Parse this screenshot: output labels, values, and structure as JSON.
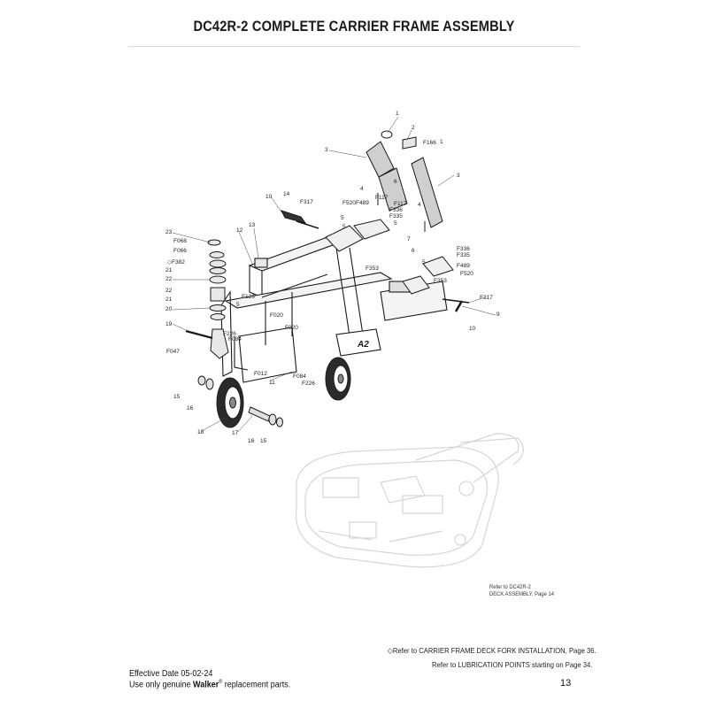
{
  "title": "DC42R-2 COMPLETE CARRIER FRAME ASSEMBLY",
  "callouts": [
    "1",
    "2",
    "F166",
    "1",
    "3",
    "3",
    "6",
    "4",
    "F117",
    "F117",
    "F336",
    "F335",
    "5",
    "4",
    "F520",
    "F489",
    "5",
    "5",
    "7",
    "F353",
    "10",
    "14",
    "F317",
    "13",
    "12",
    "23",
    "F068",
    "F066",
    "◇F382",
    "21",
    "22",
    "22",
    "21",
    "20",
    "19",
    "F047",
    "F123",
    "5",
    "F020",
    "F020",
    "F226",
    "F084",
    "F012",
    "11",
    "F084",
    "F226",
    "A2",
    "6",
    "5",
    "F336",
    "F335",
    "F489",
    "F520",
    "F353",
    "F317",
    "9",
    "10",
    "15",
    "16",
    "18",
    "17",
    "16",
    "15"
  ],
  "deck_ref": {
    "line1": "Refer to DC42R-2",
    "line2": "DECK ASSEMBLY, Page 14"
  },
  "notes": {
    "fork": "◇Refer to CARRIER FRAME DECK FORK INSTALLATION, Page 36.",
    "lube": "Refer to LUBRICATION POINTS starting on Page 34."
  },
  "footer": {
    "effective": "Effective Date 05-02-24",
    "genuine_pre": "Use only genuine ",
    "brand": "Walker",
    "reg": "®",
    "genuine_post": " replacement parts.",
    "page": "13"
  }
}
